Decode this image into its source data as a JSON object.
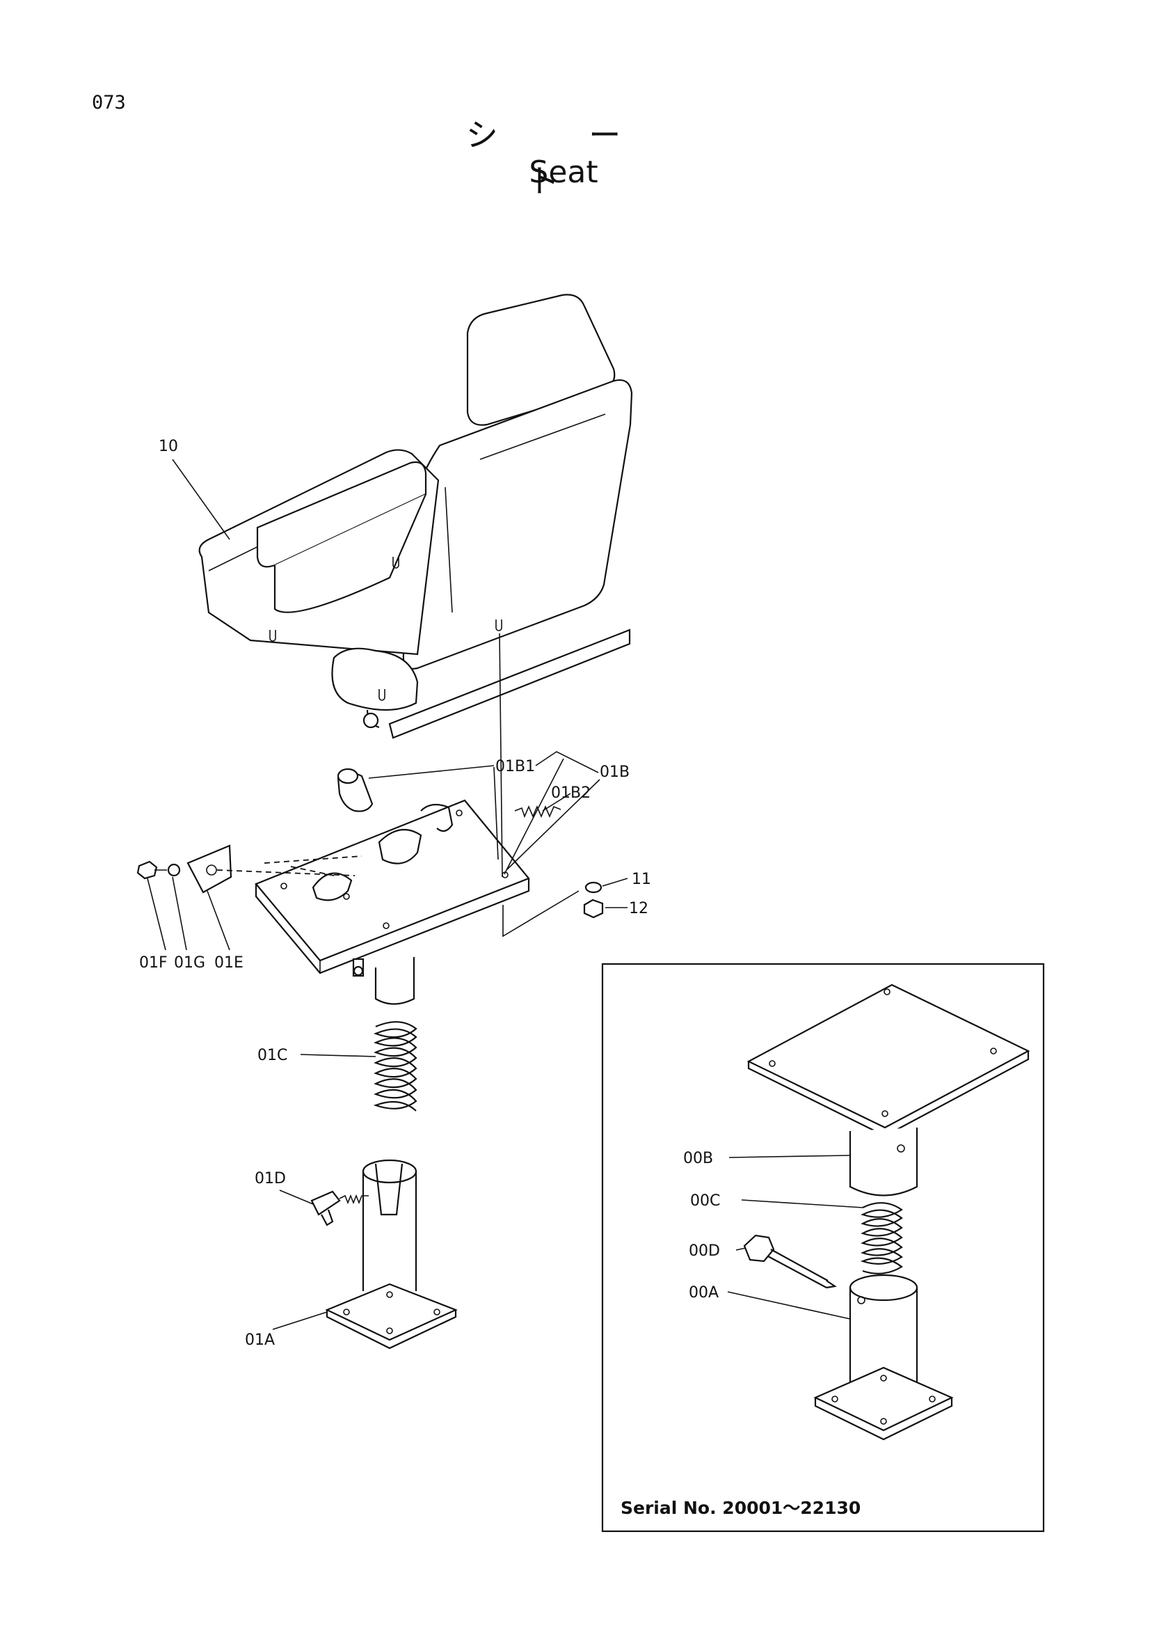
{
  "page": {
    "number": "073",
    "title_jp": "シ ー ト",
    "title_en": "Seat"
  },
  "callouts": {
    "c10": "10",
    "c01B1": "01B1",
    "c01B": "01B",
    "c01B2": "01B2",
    "c11": "11",
    "c12": "12",
    "c01F": "01F",
    "c01G": "01G",
    "c01E": "01E",
    "c01C": "01C",
    "c01D": "01D",
    "c01A": "01A",
    "c00B": "00B",
    "c00C": "00C",
    "c00D": "00D",
    "c00A": "00A"
  },
  "inset": {
    "serial_label": "Serial No. 20001～22130"
  }
}
